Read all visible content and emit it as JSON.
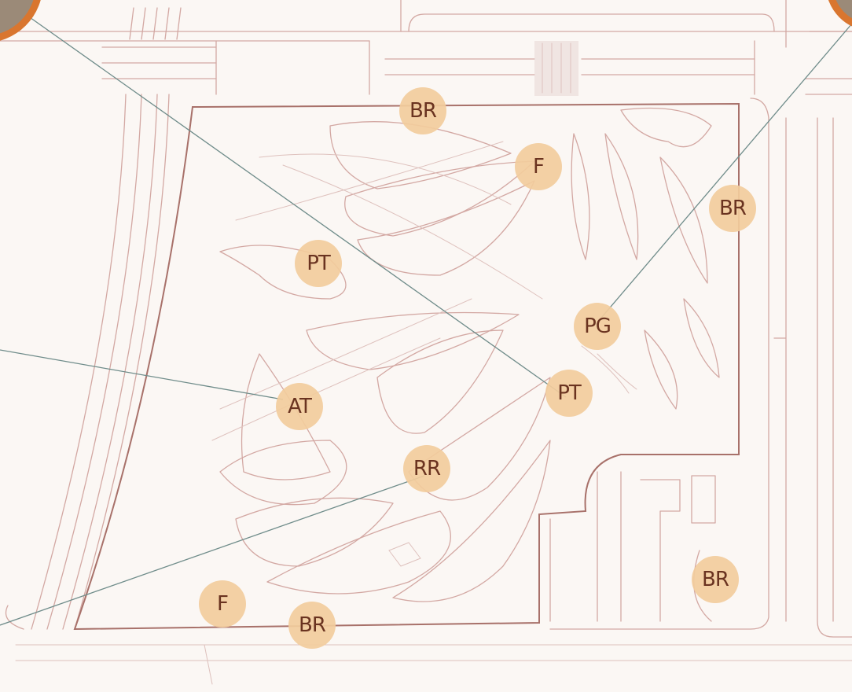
{
  "colors": {
    "background": "#fbf7f4",
    "marker_fill": "#f2cc9c",
    "marker_text": "#6a3320",
    "callout_line": "#6f8c8a",
    "callout_ring": "#d9762f",
    "sketch_line": "#d3a8a3"
  },
  "markers": [
    {
      "id": "br-top",
      "label": "BR"
    },
    {
      "id": "f-top",
      "label": "F"
    },
    {
      "id": "br-right-top",
      "label": "BR"
    },
    {
      "id": "pt-left",
      "label": "PT"
    },
    {
      "id": "pg",
      "label": "PG"
    },
    {
      "id": "at",
      "label": "AT"
    },
    {
      "id": "pt-center",
      "label": "PT"
    },
    {
      "id": "rr",
      "label": "RR"
    },
    {
      "id": "br-right-bottom",
      "label": "BR"
    },
    {
      "id": "f-bottom",
      "label": "F"
    },
    {
      "id": "br-bottom",
      "label": "BR"
    }
  ],
  "callouts": [
    {
      "id": "top-left",
      "icon": "photo-bubble-icon"
    },
    {
      "id": "top-right",
      "icon": "photo-bubble-icon"
    }
  ]
}
